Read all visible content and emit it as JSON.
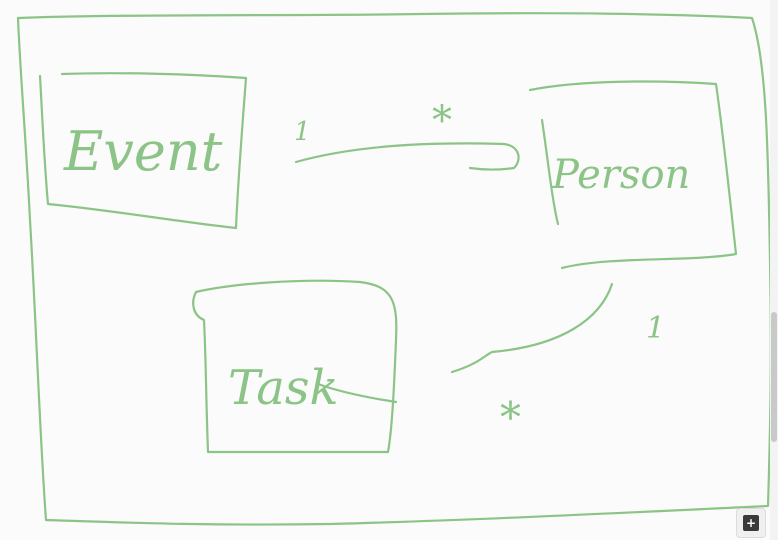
{
  "colors": {
    "ink": "#8bc486",
    "background": "#fbfbfb"
  },
  "entities": {
    "event": {
      "label": "Event"
    },
    "person": {
      "label": "Person"
    },
    "task": {
      "label": "Task"
    }
  },
  "relations": {
    "event_person": {
      "from_mult": "1",
      "to_mult": "*"
    },
    "person_task": {
      "from_mult": "1",
      "to_mult": "*"
    }
  },
  "toolbar": {
    "fab_icon": "plus-square-icon",
    "fab_glyph": "+"
  }
}
